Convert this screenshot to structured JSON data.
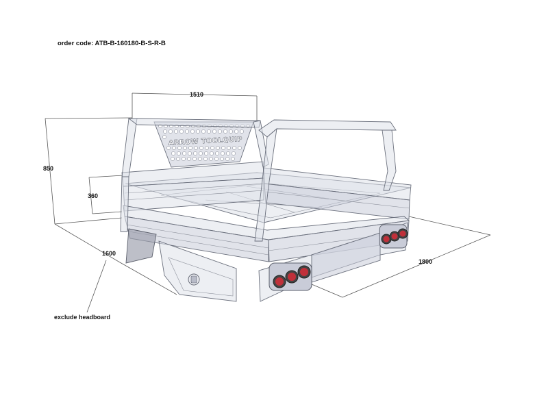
{
  "order_code": "order code: ATB-B-160180-B-S-R-B",
  "dimensions": {
    "headboard_width": "1510",
    "total_height": "850",
    "side_height": "360",
    "tray_width": "1600",
    "tray_length": "1800"
  },
  "notes": {
    "exclude": "exclude headboard"
  },
  "brand": "ARROW TOOLQUIP",
  "colors": {
    "tray_fill": "#dfe1ea",
    "outline": "#6a6f7c",
    "light_red": "#c0303a"
  }
}
